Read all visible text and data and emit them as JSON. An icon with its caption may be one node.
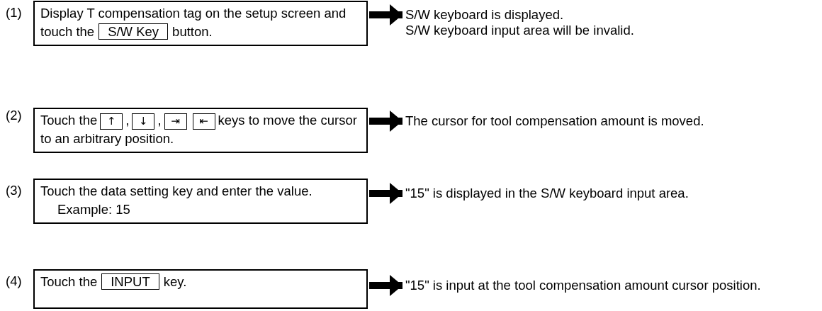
{
  "diagram": {
    "nodes": [
      {
        "text": [
          "Display T compensation tag on the setup screen and touch the",
          "button."
        ],
        "beside": [
          "(1)"
        ]
      },
      {
        "text": [
          "S/W Key"
        ],
        "in": 0
      },
      {
        "text": [
          "S/W keyboard is displayed.",
          "S/W keyboard input area will be invalid."
        ]
      },
      {
        "text": [
          "Touch the",
          ",",
          ",",
          "keys to move the cursor to an arbitrary position."
        ],
        "beside": [
          "(2)"
        ]
      },
      {
        "text": [
          "↑"
        ],
        "in": 3
      },
      {
        "text": [
          "↓"
        ],
        "in": 3
      },
      {
        "text": [
          "⇥"
        ],
        "in": 3
      },
      {
        "text": [
          "⇤"
        ],
        "in": 3
      },
      {
        "text": [
          "The cursor for tool compensation amount is moved."
        ]
      },
      {
        "text": [
          "Touch the data setting key and enter the value.",
          "Example: 15"
        ],
        "beside": [
          "(3)"
        ]
      },
      {
        "text": [
          "\"15\" is displayed in the S/W keyboard input area."
        ]
      },
      {
        "text": [
          "Touch the",
          "key."
        ],
        "beside": [
          "(4)"
        ]
      },
      {
        "text": [
          "INPUT"
        ],
        "in": 11
      },
      {
        "text": [
          "\"15\" is input at the tool compensation amount cursor position."
        ]
      }
    ],
    "edges": [
      {
        "from": 0,
        "to": 2,
        "arrow": "to"
      },
      {
        "from": 3,
        "to": 8,
        "arrow": "to"
      },
      {
        "from": 9,
        "to": 10,
        "arrow": "to"
      },
      {
        "from": 11,
        "to": 13,
        "arrow": "to"
      }
    ]
  }
}
